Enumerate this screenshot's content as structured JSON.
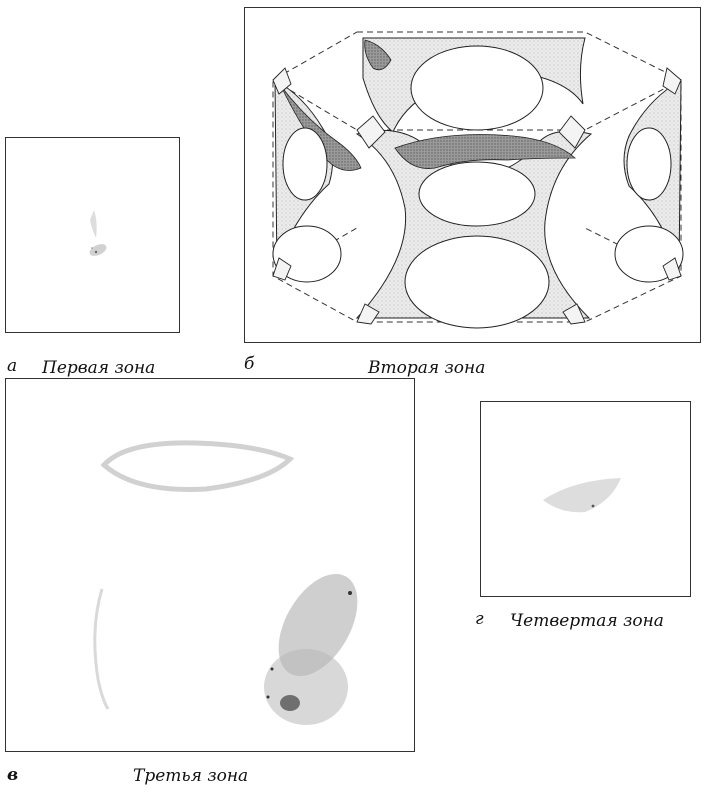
{
  "figure": {
    "panels": [
      {
        "id": "a",
        "letter": "а",
        "caption": "Первая зона"
      },
      {
        "id": "b",
        "letter": "б",
        "caption": "Вторая зона"
      },
      {
        "id": "v",
        "letter": "в",
        "caption": "Третья зона"
      },
      {
        "id": "g",
        "letter": "г",
        "caption": "Четвертая зона"
      }
    ]
  }
}
